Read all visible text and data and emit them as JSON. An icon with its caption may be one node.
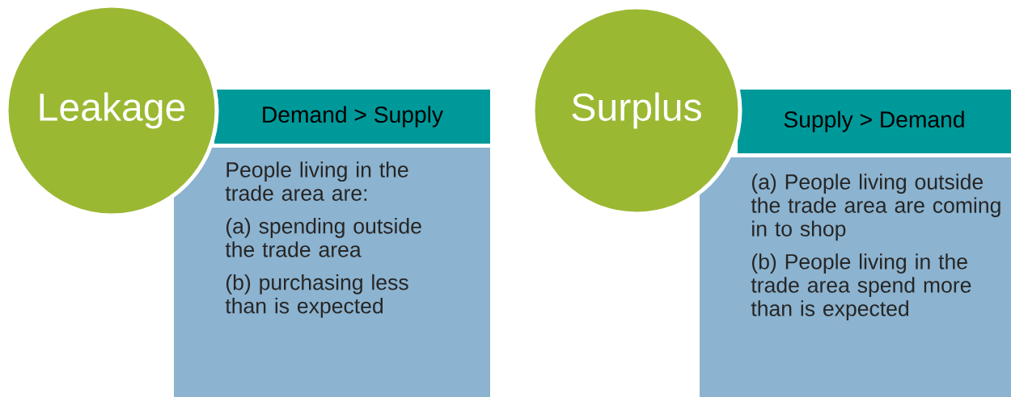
{
  "diagram": {
    "nodes": [
      {
        "text": [
          "Leakage"
        ]
      },
      {
        "text": [
          "Demand > Supply"
        ]
      },
      {
        "text": [
          "People living in the trade area are:",
          "(a) spending outside the trade area",
          "(b) purchasing less than is expected"
        ]
      },
      {
        "text": [
          "Surplus"
        ]
      },
      {
        "text": [
          "Supply > Demand"
        ]
      },
      {
        "text": [
          "(a) People living outside the trade area are coming in to shop",
          "(b) People living in the trade area spend more than is expected"
        ]
      }
    ]
  }
}
